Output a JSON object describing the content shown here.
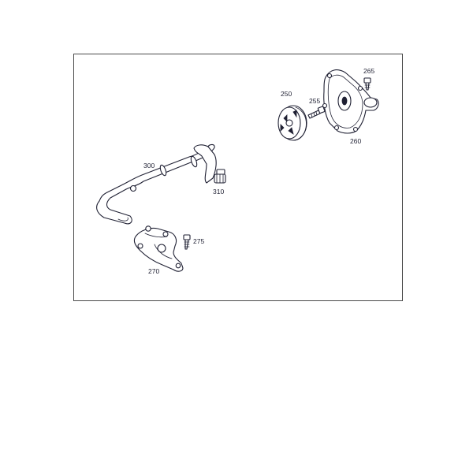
{
  "callouts": [
    {
      "id": "p250",
      "text": "250"
    },
    {
      "id": "p255",
      "text": "255"
    },
    {
      "id": "p260",
      "text": "260"
    },
    {
      "id": "p265",
      "text": "265"
    },
    {
      "id": "p270",
      "text": "270"
    },
    {
      "id": "p275",
      "text": "275"
    },
    {
      "id": "p300",
      "text": "300"
    },
    {
      "id": "p310",
      "text": "310"
    }
  ]
}
